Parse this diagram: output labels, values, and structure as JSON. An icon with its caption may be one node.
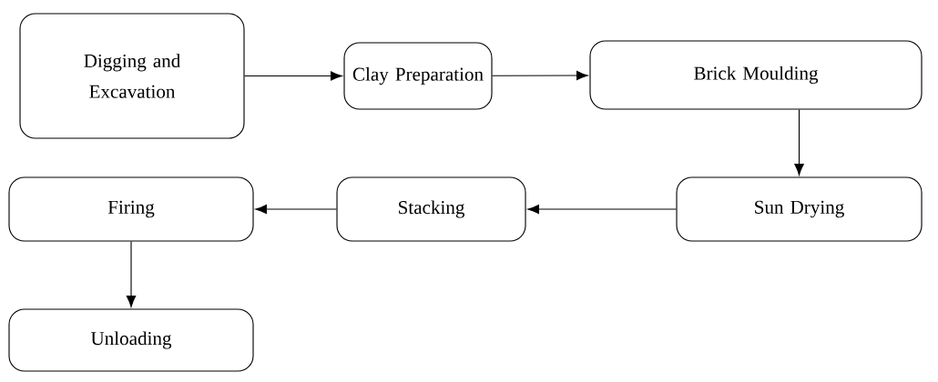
{
  "diagram": {
    "nodes": [
      {
        "text": [
          "Digging and Excavation"
        ]
      },
      {
        "text": [
          "Clay Preparation"
        ]
      },
      {
        "text": [
          "Brick Moulding"
        ]
      },
      {
        "text": [
          "Sun Drying"
        ]
      },
      {
        "text": [
          "Stacking"
        ]
      },
      {
        "text": [
          "Firing"
        ]
      },
      {
        "text": [
          "Unloading"
        ]
      }
    ],
    "edges": [
      {
        "from": 0,
        "to": 1,
        "arrow": "to"
      },
      {
        "from": 1,
        "to": 2,
        "arrow": "to"
      },
      {
        "from": 2,
        "to": 3,
        "arrow": "to"
      },
      {
        "from": 3,
        "to": 4,
        "arrow": "to"
      },
      {
        "from": 4,
        "to": 5,
        "arrow": "to"
      },
      {
        "from": 5,
        "to": 6,
        "arrow": "to"
      }
    ]
  }
}
